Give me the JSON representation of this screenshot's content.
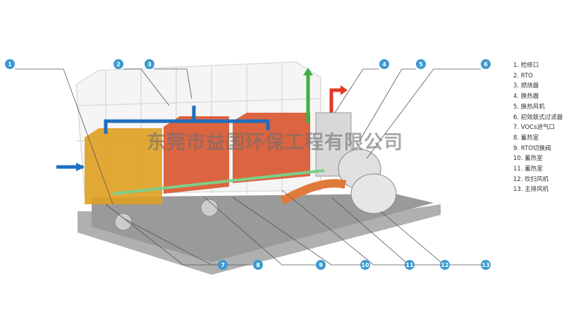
{
  "callouts": [
    "1",
    "2",
    "3",
    "4",
    "5",
    "6",
    "7",
    "8",
    "9",
    "10",
    "11",
    "12",
    "13"
  ],
  "legend": [
    "1.  检修口",
    "2.  RTO",
    "3.  燃烧器",
    "4.  换热器",
    "5.  换热风机",
    "6.  初效版式过滤器",
    "7.  VOCs进气口",
    "8.  蓄热室",
    "9.  RTO切换阀",
    "10. 蓄热室",
    "11. 蓄热室",
    "12. 吹扫风机",
    "13. 主排风机"
  ],
  "watermark": "东莞市益国环保工程有限公司",
  "colors": {
    "callout": "#3b9ad0",
    "chamber_yellow": "#e0a020",
    "chamber_red": "#d9542e",
    "pipe_blue": "#1d6fc0",
    "arrow_green": "#3cb043",
    "arrow_red": "#e03a24",
    "base": "#9a9a9a"
  }
}
